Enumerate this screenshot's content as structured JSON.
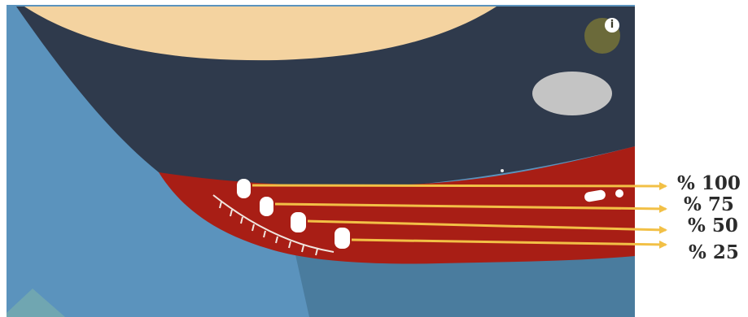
{
  "info_badge": {
    "icon": "info-icon",
    "icon_glyph": "i"
  },
  "levels": [
    {
      "label": "% 100",
      "fill_fraction": 1.0
    },
    {
      "label": "% 75",
      "fill_fraction": 0.75
    },
    {
      "label": "% 50",
      "fill_fraction": 0.5
    },
    {
      "label": "% 25",
      "fill_fraction": 0.25
    }
  ],
  "colors": {
    "sky_blue": "#5b93bd",
    "navy": "#2f3a4c",
    "sand": "#f4d3a0",
    "red": "#a81e15",
    "arrow": "#f2c046",
    "moon": "#c4c4c4",
    "label": "#2b2b2b"
  }
}
